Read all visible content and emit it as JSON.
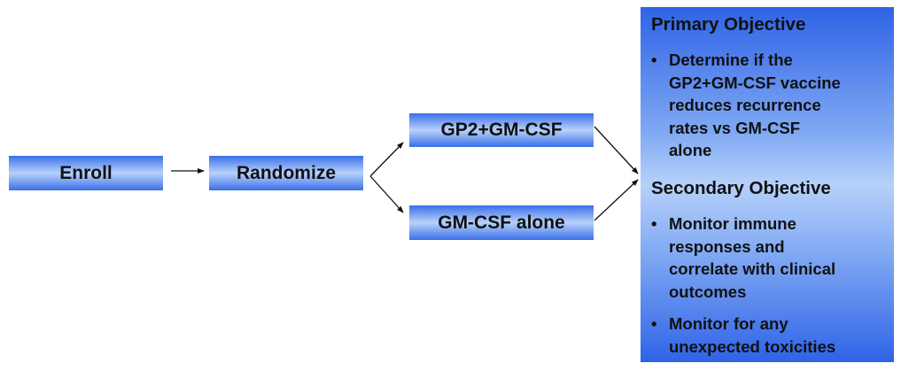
{
  "flow": {
    "enroll": "Enroll",
    "randomize": "Randomize",
    "arm_a": "GP2+GM-CSF",
    "arm_b": "GM-CSF alone"
  },
  "objectives": {
    "primary_title": "Primary Objective",
    "primary_bullets": [
      [
        "Determine if the",
        "GP2+GM-CSF vaccine",
        "reduces recurrence",
        "rates vs GM-CSF",
        "alone"
      ]
    ],
    "secondary_title": "Secondary Objective",
    "secondary_bullets": [
      [
        "Monitor immune",
        "responses and",
        "correlate with clinical",
        "outcomes"
      ],
      [
        "Monitor for any",
        "unexpected toxicities"
      ]
    ],
    "bullet_char": "•"
  },
  "colors": {
    "box_blue": "#3a6fe8",
    "box_light": "#b8d2fb"
  }
}
